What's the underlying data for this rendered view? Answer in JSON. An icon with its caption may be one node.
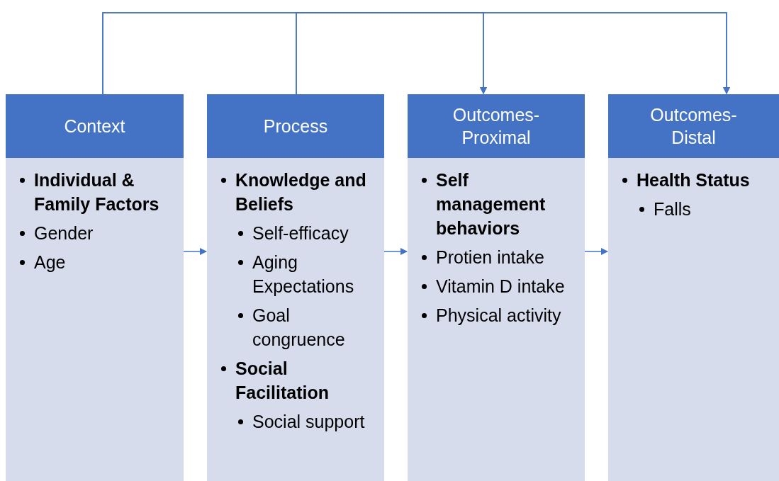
{
  "diagram": {
    "nodes": [
      {
        "text": [
          "Context",
          "Individual & Family Factors",
          "Gender",
          "Age"
        ]
      },
      {
        "text": [
          "Process",
          "Knowledge and Beliefs",
          "Self-efficacy",
          "Aging Expectations",
          "Goal congruence",
          "Social Facilitation",
          "Social support"
        ]
      },
      {
        "text": [
          "Outcomes-Proximal",
          "Self management behaviors",
          "Protien intake",
          "Vitamin D intake",
          "Physical activity"
        ]
      },
      {
        "text": [
          "Outcomes-Distal",
          "Health Status",
          "Falls"
        ]
      }
    ],
    "edges": [
      {
        "from": 0,
        "to": 1,
        "arrow": "to"
      },
      {
        "from": 1,
        "to": 2,
        "arrow": "to"
      },
      {
        "from": 2,
        "to": 3,
        "arrow": "to"
      },
      {
        "from": 0,
        "to": 2,
        "arrow": "to"
      },
      {
        "from": 0,
        "to": 3,
        "arrow": "to"
      },
      {
        "from": 1,
        "to": 2,
        "arrow": "to"
      },
      {
        "from": 1,
        "to": 3,
        "arrow": "to"
      }
    ]
  }
}
